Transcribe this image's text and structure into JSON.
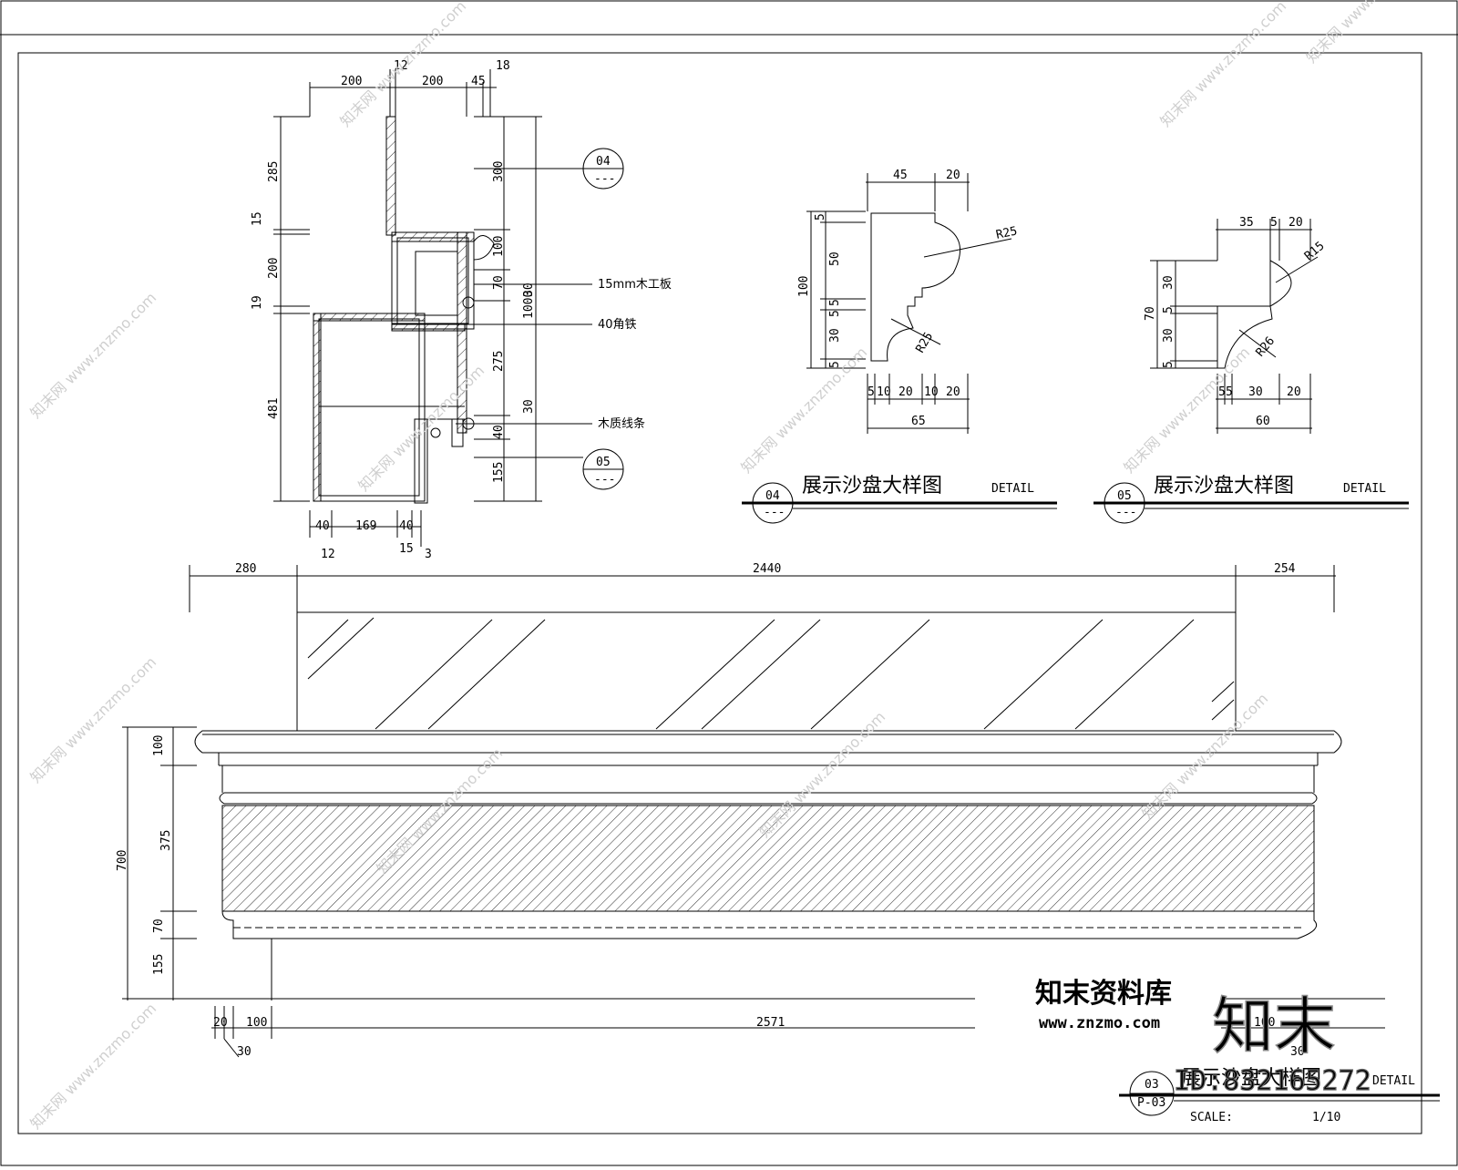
{
  "section": {
    "dims_top": [
      "200",
      "12",
      "200",
      "45",
      "18"
    ],
    "dims_left": [
      "285",
      "15",
      "200",
      "19",
      "481"
    ],
    "dims_right": [
      "300",
      "100",
      "70",
      "30",
      "1000",
      "275",
      "30",
      "40",
      "155"
    ],
    "dims_bottom": [
      "40",
      "169",
      "40",
      "12",
      "15",
      "3"
    ],
    "callouts": [
      "15mm木工板",
      "40角铁",
      "木质线条"
    ],
    "bubble_04": "04",
    "bubble_05": "05",
    "bubble_dash": "---"
  },
  "detail04": {
    "dims_top": [
      "45",
      "20"
    ],
    "dims_left": [
      "5",
      "50",
      "100",
      "5",
      "5",
      "30",
      "5"
    ],
    "dims_bottom": [
      "5",
      "10",
      "20",
      "10",
      "20",
      "65"
    ],
    "radii": [
      "R25",
      "R25"
    ],
    "number": "04",
    "sheet": "---",
    "title": "展示沙盘大样图",
    "title_en": "DETAIL"
  },
  "detail05": {
    "dims_top": [
      "35",
      "5",
      "20"
    ],
    "dims_left": [
      "30",
      "70",
      "5",
      "30",
      "5"
    ],
    "dims_bottom": [
      "5",
      "5",
      "30",
      "20",
      "60"
    ],
    "radii": [
      "R15",
      "R26"
    ],
    "number": "05",
    "sheet": "---",
    "title": "展示沙盘大样图",
    "title_en": "DETAIL"
  },
  "elevation": {
    "dims_top": [
      "280",
      "2440",
      "254"
    ],
    "dims_left": [
      "100",
      "375",
      "700",
      "70",
      "155"
    ],
    "dims_bottom": [
      "20",
      "100",
      "2571",
      "30",
      "100",
      "30"
    ],
    "number": "03",
    "sheet": "P-03",
    "title": "展示沙盘大样图",
    "title_en": "DETAIL",
    "scale_label": "SCALE:",
    "scale_value": "1/10"
  },
  "watermark": {
    "brand": "知末资料库",
    "url": "www.znzmo.com",
    "logo": "知末",
    "id": "ID:832165272",
    "repeat": "知末网 www.znzmo.com"
  }
}
